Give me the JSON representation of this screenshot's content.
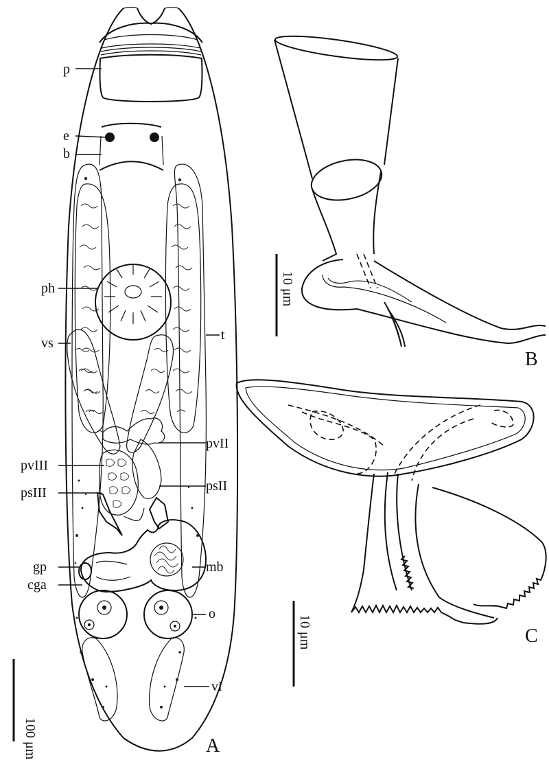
{
  "panels": {
    "A": {
      "letter": "A",
      "scale_bar": "100 μm",
      "labels": {
        "p": "p",
        "e": "e",
        "b": "b",
        "ph": "ph",
        "vs": "vs",
        "t": "t",
        "pvII": "pvII",
        "pvIII": "pvIII",
        "psIII": "psIII",
        "psII": "psII",
        "gp": "gp",
        "mb": "mb",
        "cga": "cga",
        "o": "o",
        "vi": "vi"
      }
    },
    "B": {
      "letter": "B",
      "scale_bar": "10 μm"
    },
    "C": {
      "letter": "C",
      "scale_bar": "10 μm"
    }
  }
}
